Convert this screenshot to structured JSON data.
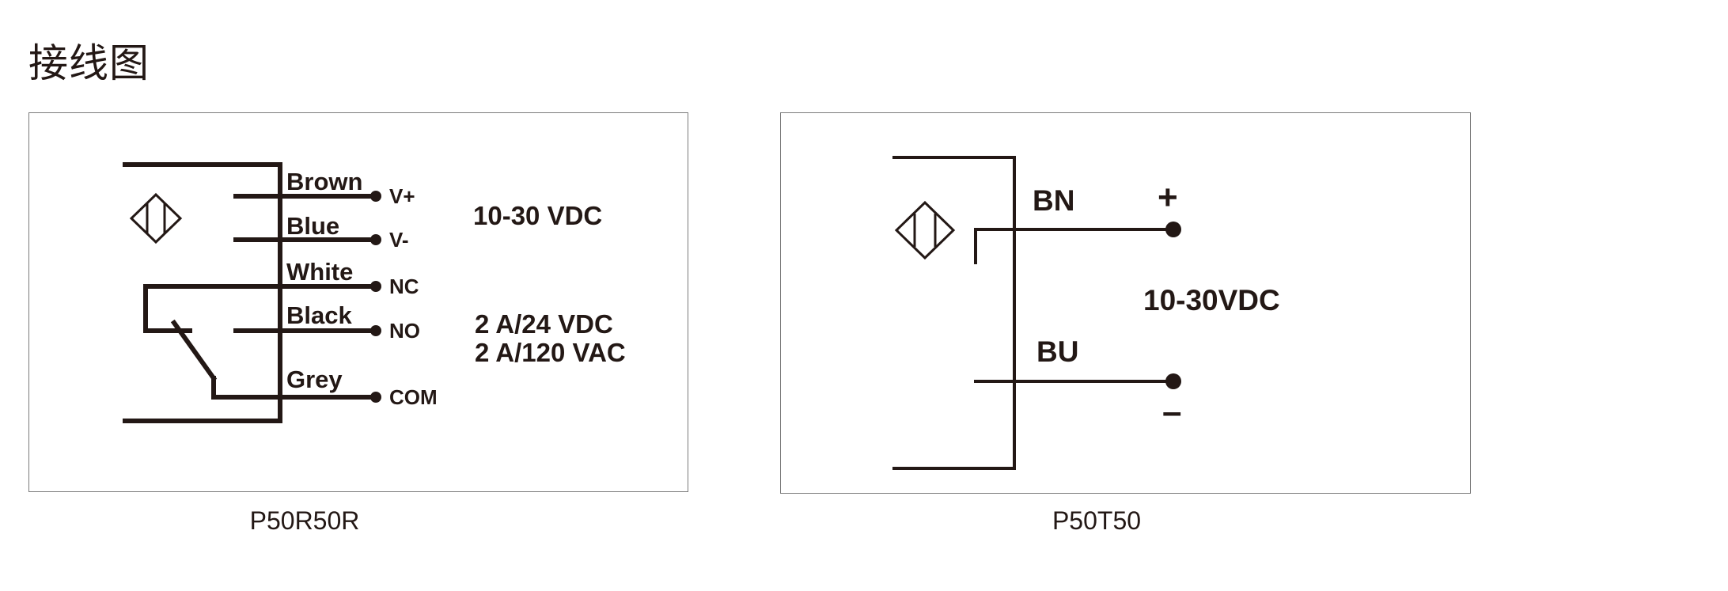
{
  "title": "接线图",
  "diagram_a": {
    "caption": "P50R50R",
    "wires": [
      {
        "color": "Brown",
        "terminal": "V+"
      },
      {
        "color": "Blue",
        "terminal": "V-"
      },
      {
        "color": "White",
        "terminal": "NC"
      },
      {
        "color": "Black",
        "terminal": "NO"
      },
      {
        "color": "Grey",
        "terminal": "COM"
      }
    ],
    "supply": "10-30 VDC",
    "rating_line1": "2 A/24 VDC",
    "rating_line2": "2 A/120 VAC"
  },
  "diagram_b": {
    "caption": "P50T50",
    "wire_top": "BN",
    "wire_bottom": "BU",
    "plus": "+",
    "minus": "–",
    "supply": "10-30VDC"
  },
  "colors": {
    "line": "#231815",
    "border": "#7a7a7a"
  }
}
